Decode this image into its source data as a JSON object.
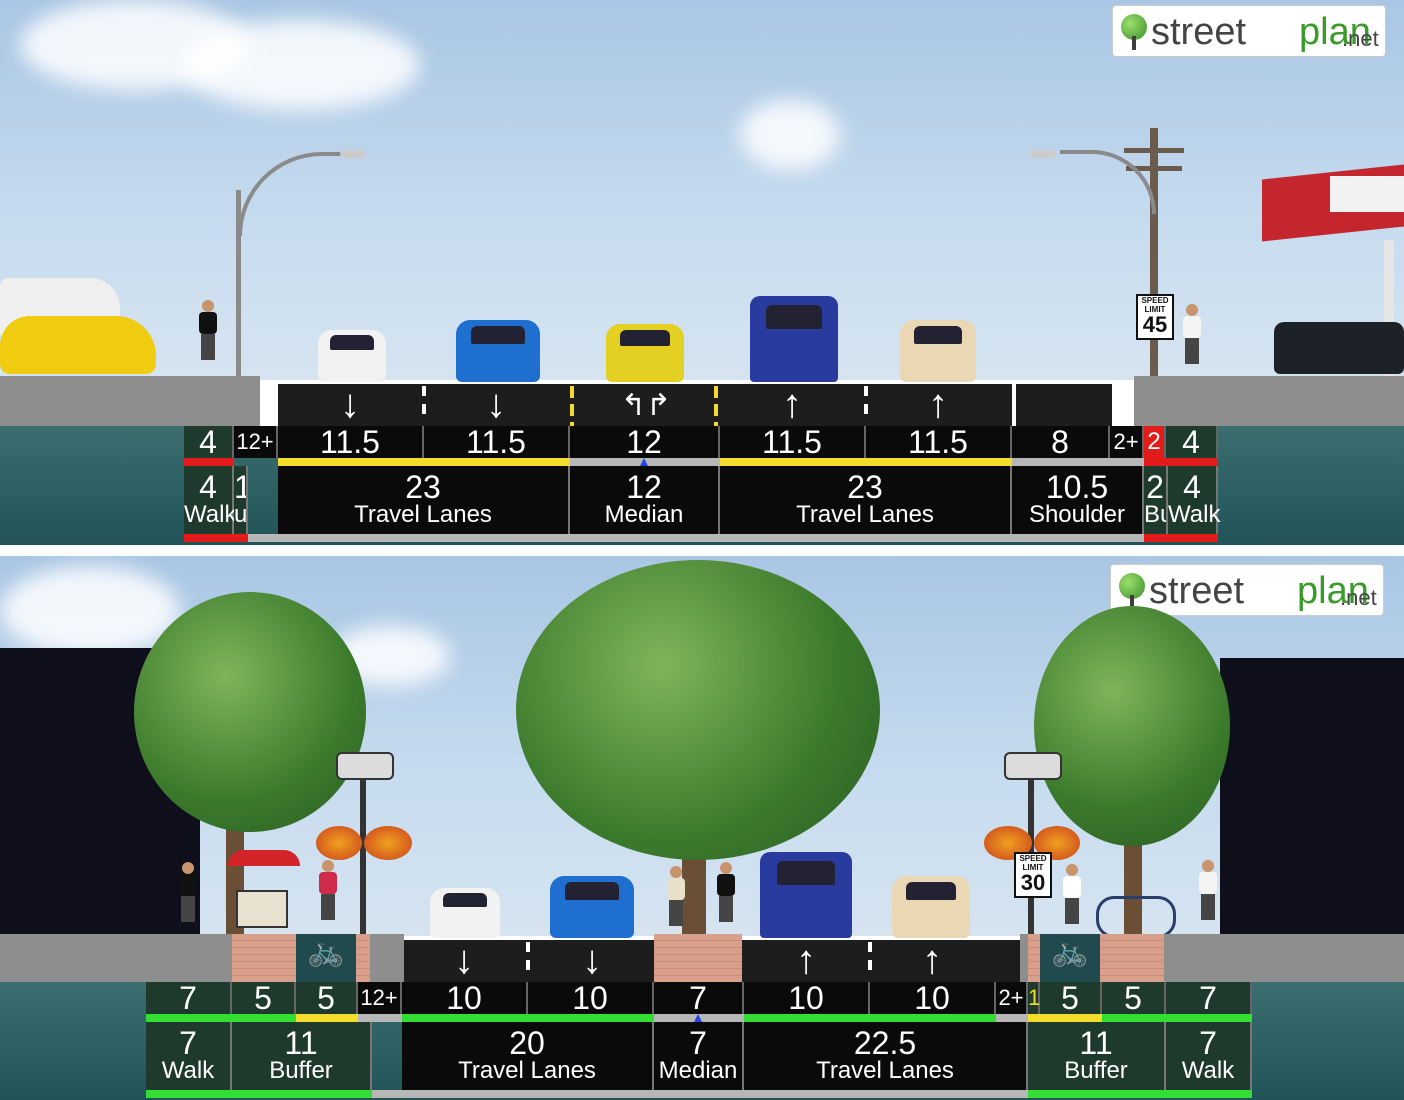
{
  "logo": {
    "word1": "street",
    "word2": "plan",
    "word3": ".net"
  },
  "colors": {
    "sky": "#b9d2ea",
    "ground": "#1f5a5f",
    "road": "#1d1d1d",
    "red_bar": "#e21b1b",
    "yellow_bar": "#f3dc2b",
    "green_bar": "#33dd33",
    "label_dark": "#0a0a0a",
    "label_green": "#1e3a2c"
  },
  "existing": {
    "speed_sign": {
      "top": "SPEED",
      "mid": "LIMIT",
      "value": "45"
    },
    "row1": [
      {
        "value": "4"
      },
      {
        "value": "12+"
      },
      {
        "value": "11.5"
      },
      {
        "value": "11.5"
      },
      {
        "value": "12"
      },
      {
        "value": "11.5"
      },
      {
        "value": "11.5"
      },
      {
        "value": "8"
      },
      {
        "value": "2+"
      },
      {
        "value": "2"
      },
      {
        "value": "4"
      }
    ],
    "row2": [
      {
        "value": "4",
        "label": "Walk"
      },
      {
        "value": "1",
        "label": "u"
      },
      {
        "value": "23",
        "label": "Travel Lanes"
      },
      {
        "value": "12",
        "label": "Median"
      },
      {
        "value": "23",
        "label": "Travel Lanes"
      },
      {
        "value": "10.5",
        "label": "Shoulder"
      },
      {
        "value": "2",
        "label": "Bu"
      },
      {
        "value": "4",
        "label": "Walk"
      }
    ],
    "lane_arrows": [
      "↓",
      "↓",
      "↰↱",
      "↑",
      "↑"
    ]
  },
  "proposed": {
    "speed_sign": {
      "top": "SPEED",
      "mid": "LIMIT",
      "value": "30"
    },
    "row1": [
      {
        "value": "7"
      },
      {
        "value": "5"
      },
      {
        "value": "5"
      },
      {
        "value": "12+"
      },
      {
        "value": "10"
      },
      {
        "value": "10"
      },
      {
        "value": "7"
      },
      {
        "value": "10"
      },
      {
        "value": "10"
      },
      {
        "value": "2+"
      },
      {
        "value": "1"
      },
      {
        "value": "5"
      },
      {
        "value": "5"
      },
      {
        "value": "7"
      }
    ],
    "row2": [
      {
        "value": "7",
        "label": "Walk"
      },
      {
        "value": "11",
        "label": "Buffer"
      },
      {
        "value": "20",
        "label": "Travel Lanes"
      },
      {
        "value": "7",
        "label": "Median"
      },
      {
        "value": "22.5",
        "label": "Travel Lanes"
      },
      {
        "value": "11",
        "label": "Buffer"
      },
      {
        "value": "7",
        "label": "Walk"
      }
    ],
    "lane_arrows": [
      "↓",
      "↓",
      "↑",
      "↑"
    ],
    "bike_symbol": "🚲"
  }
}
